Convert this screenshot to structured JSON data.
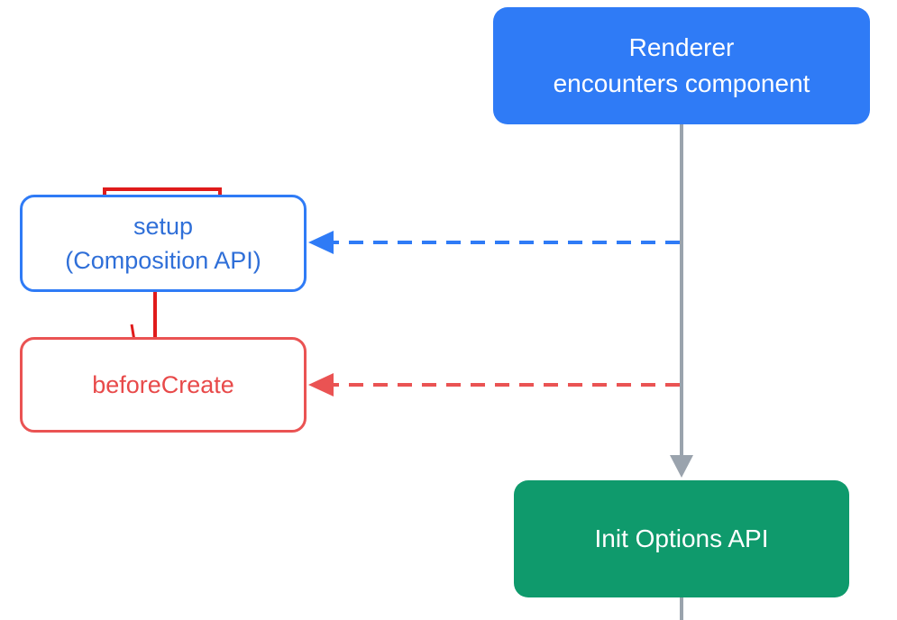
{
  "nodes": {
    "renderer": {
      "line1": "Renderer",
      "line2": "encounters component"
    },
    "setup": {
      "line1": "setup",
      "line2": "(Composition API)"
    },
    "before_create": {
      "label": "beforeCreate"
    },
    "init_options": {
      "label": "Init Options API"
    }
  },
  "colors": {
    "blue_accent": "#2f7bf6",
    "red_accent": "#ea5353",
    "green_accent": "#0f9a6c",
    "connector_gray": "#9aa3ad",
    "annotation_red": "#e01b1b"
  }
}
